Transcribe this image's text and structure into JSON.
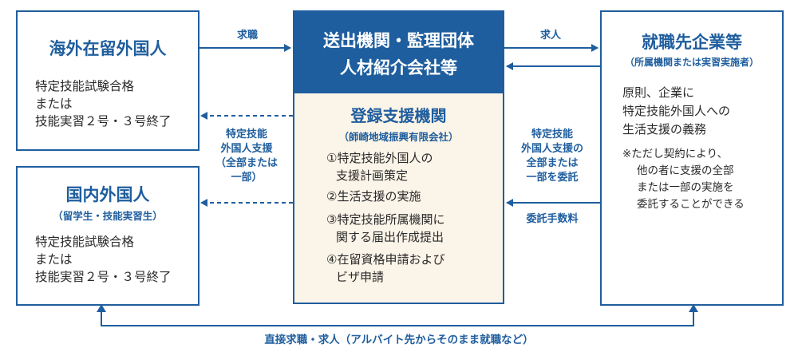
{
  "overseas_box": {
    "title": "海外在留外国人",
    "lines": [
      "特定技能試験合格",
      "または",
      "技能実習２号・３号終了"
    ]
  },
  "domestic_box": {
    "title": "国内外国人",
    "subtitle": "（留学生・技能実習生）",
    "lines": [
      "特定技能試験合格",
      "または",
      "技能実習２号・３号終了"
    ]
  },
  "sending_box": {
    "lines": [
      "送出機関・監理団体",
      "人材紹介会社等"
    ]
  },
  "support_box": {
    "title": "登録支援機関",
    "subtitle": "（師崎地域振興有限会社）",
    "items": [
      [
        "①特定技能外国人の",
        "支援計画策定"
      ],
      [
        "②生活支援の実施"
      ],
      [
        "③特定技能所属機関に",
        "関する届出作成提出"
      ],
      [
        "④在留資格申請および",
        "ビザ申請"
      ]
    ]
  },
  "employer_box": {
    "title": "就職先企業等",
    "subtitle": "（所属機関または実習実施者）",
    "lines": [
      "原則、企業に",
      "特定技能外国人への",
      "生活支援の義務"
    ],
    "note": [
      "※ただし契約により、",
      "他の者に支援の全部",
      "または一部の実施を",
      "委託することができる"
    ]
  },
  "arrows": {
    "job_seeking": "求職",
    "job_offer": "求人",
    "support_to_foreigners": [
      "特定技能",
      "外国人支援",
      "（全部または",
      "一部）"
    ],
    "outsourcing": [
      "特定技能",
      "外国人支援の",
      "全部または",
      "一部を委託"
    ],
    "fee": "委託手数料",
    "direct": "直接求職・求人（アルバイト先からそのまま就職など）"
  },
  "colors": {
    "accent": "#1f5e9e",
    "support_fill": "#fbf4e8"
  }
}
